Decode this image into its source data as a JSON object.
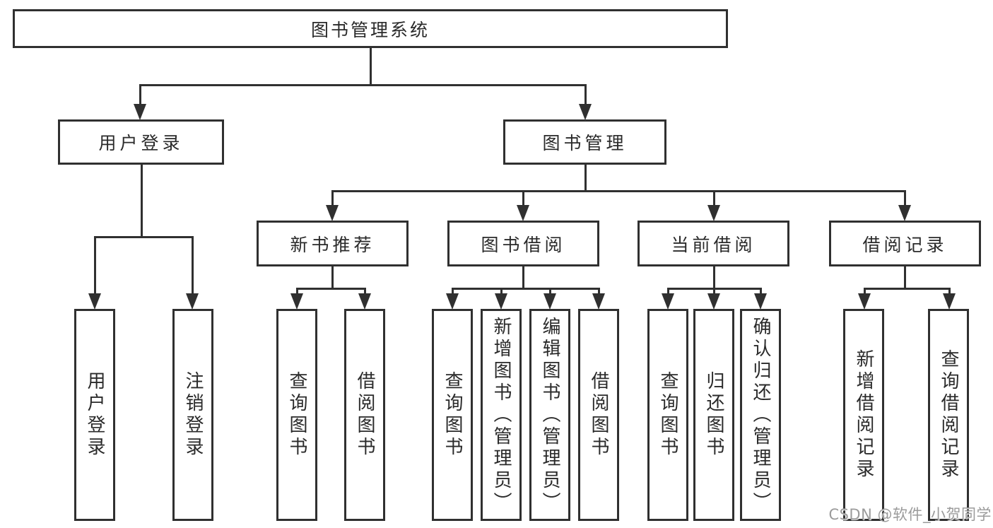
{
  "nodes": {
    "root": "图书管理系统",
    "user_login": "用户登录",
    "book_management": "图书管理",
    "new_book_recommend": "新书推荐",
    "book_borrow": "图书借阅",
    "current_borrow": "当前借阅",
    "borrow_records": "借阅记录",
    "leaf_user_login": "用户登录",
    "leaf_logout": "注销登录",
    "leaf_query_book_1": "查询图书",
    "leaf_borrow_book_1": "借阅图书",
    "leaf_query_book_2": "查询图书",
    "leaf_add_book": "新增图书（管理员）",
    "leaf_edit_book": "编辑图书（管理员）",
    "leaf_borrow_book_2": "借阅图书",
    "leaf_query_book_3": "查询图书",
    "leaf_return_book": "归还图书",
    "leaf_confirm_return": "确认归还（管理员）",
    "leaf_add_record": "新增借阅记录",
    "leaf_query_record": "查询借阅记录"
  },
  "watermark": "CSDN @软件_小贺同学",
  "colors": {
    "line": "#303030",
    "text": "#2a2a2a",
    "watermark": "#9b9b9b",
    "background": "#ffffff"
  }
}
